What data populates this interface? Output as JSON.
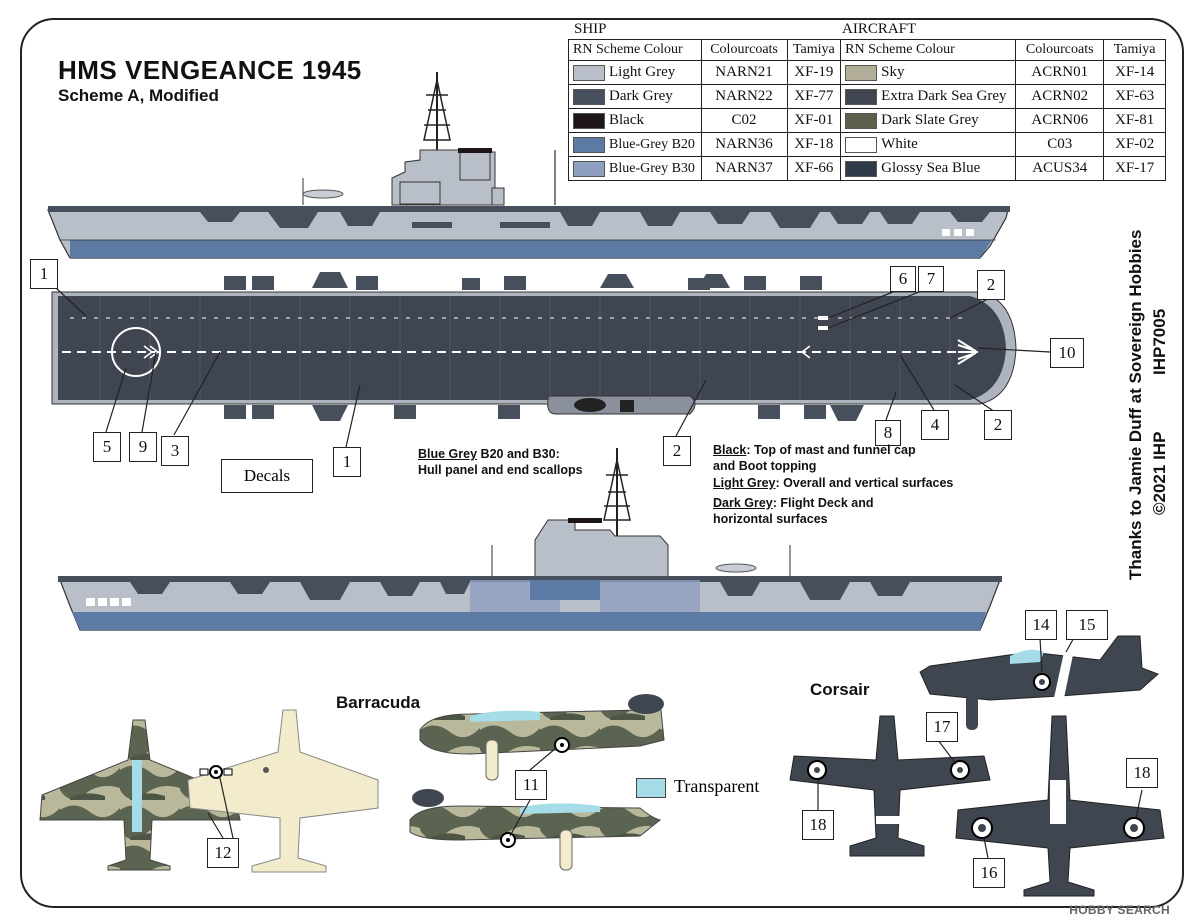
{
  "title": "HMS VENGEANCE 1945",
  "subtitle": "Scheme A, Modified",
  "table": {
    "ship_header": "SHIP",
    "aircraft_header": "AIRCRAFT",
    "columns": [
      "RN Scheme Colour",
      "Colourcoats",
      "Tamiya",
      "RN Scheme Colour",
      "Colourcoats",
      "Tamiya"
    ],
    "ship_rows": [
      {
        "name": "Light Grey",
        "colourcoats": "NARN21",
        "tamiya": "XF-19",
        "color": "#b9bfc9"
      },
      {
        "name": "Dark Grey",
        "colourcoats": "NARN22",
        "tamiya": "XF-77",
        "color": "#474f5d"
      },
      {
        "name": "Black",
        "colourcoats": "C02",
        "tamiya": "XF-01",
        "color": "#1e1616"
      },
      {
        "name": "Blue-Grey B20",
        "colourcoats": "NARN36",
        "tamiya": "XF-18",
        "color": "#5c7aa4"
      },
      {
        "name": "Blue-Grey B30",
        "colourcoats": "NARN37",
        "tamiya": "XF-66",
        "color": "#8e9fc2"
      }
    ],
    "aircraft_rows": [
      {
        "name": "Sky",
        "colourcoats": "ACRN01",
        "tamiya": "XF-14",
        "color": "#b2ad98"
      },
      {
        "name": "Extra Dark Sea Grey",
        "colourcoats": "ACRN02",
        "tamiya": "XF-63",
        "color": "#3f4650"
      },
      {
        "name": "Dark Slate Grey",
        "colourcoats": "ACRN06",
        "tamiya": "XF-81",
        "color": "#5d5f4b"
      },
      {
        "name": "White",
        "colourcoats": "C03",
        "tamiya": "XF-02",
        "color": "#ffffff"
      },
      {
        "name": "Glossy Sea Blue",
        "colourcoats": "ACUS34",
        "tamiya": "XF-17",
        "color": "#2e3a48"
      }
    ]
  },
  "decals_label": "Decals",
  "notes": {
    "blue_grey_title": "Blue Grey",
    "blue_grey_text": " B20 and B30:",
    "blue_grey_text2": "Hull panel and end scallops",
    "black_title": "Black",
    "black_text": ": Top of  mast and funnel cap",
    "black_text2": "and Boot topping",
    "light_grey_title": "Light Grey",
    "light_grey_text": ": Overall and vertical surfaces",
    "dark_grey_title": "Dark Grey",
    "dark_grey_text": ": Flight Deck and",
    "dark_grey_text2": "horizontal surfaces"
  },
  "credit_line1": "Thanks to Jamie Duff at Sovereign Hobbies",
  "credit_line2": "IHP7005",
  "credit_line3": "©2021 IHP",
  "aircraft_labels": {
    "barracuda": "Barracuda",
    "corsair": "Corsair"
  },
  "transparent_label": "Transparent",
  "watermark": "HOBBY SEARCH",
  "callouts": [
    "1",
    "1",
    "2",
    "2",
    "2",
    "3",
    "4",
    "5",
    "6",
    "7",
    "8",
    "9",
    "10",
    "11",
    "12",
    "14",
    "15",
    "16",
    "17",
    "18",
    "18"
  ]
}
